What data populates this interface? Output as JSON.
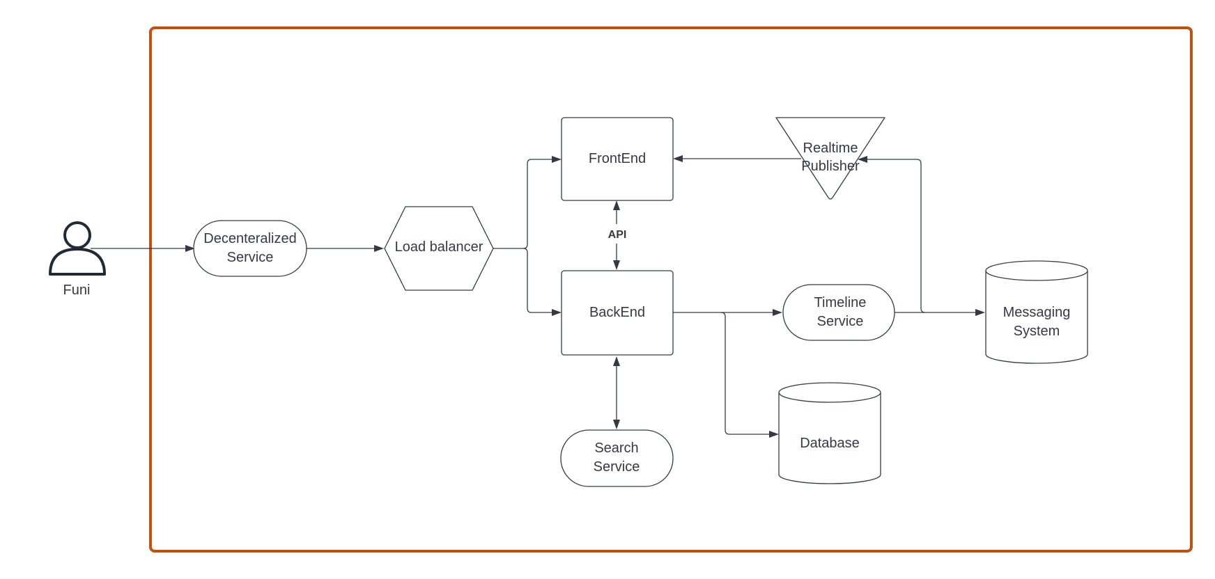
{
  "colors": {
    "frame": "#c4500f",
    "stroke": "#333a45",
    "text": "#333a45"
  },
  "actor": {
    "label": "Funi",
    "icon": "person-icon"
  },
  "nodes": {
    "decentralized": {
      "line1": "Decenteralized",
      "line2": "Service"
    },
    "load_balancer": {
      "label": "Load balancer"
    },
    "frontend": {
      "label": "FrontEnd"
    },
    "backend": {
      "label": "BackEnd"
    },
    "realtime": {
      "line1": "Realtime",
      "line2": "Publisher"
    },
    "timeline": {
      "line1": "Timeline",
      "line2": "Service"
    },
    "messaging": {
      "line1": "Messaging",
      "line2": "System"
    },
    "database": {
      "label": "Database"
    },
    "search": {
      "line1": "Search",
      "line2": "Service"
    }
  },
  "edge_labels": {
    "api": "API"
  }
}
